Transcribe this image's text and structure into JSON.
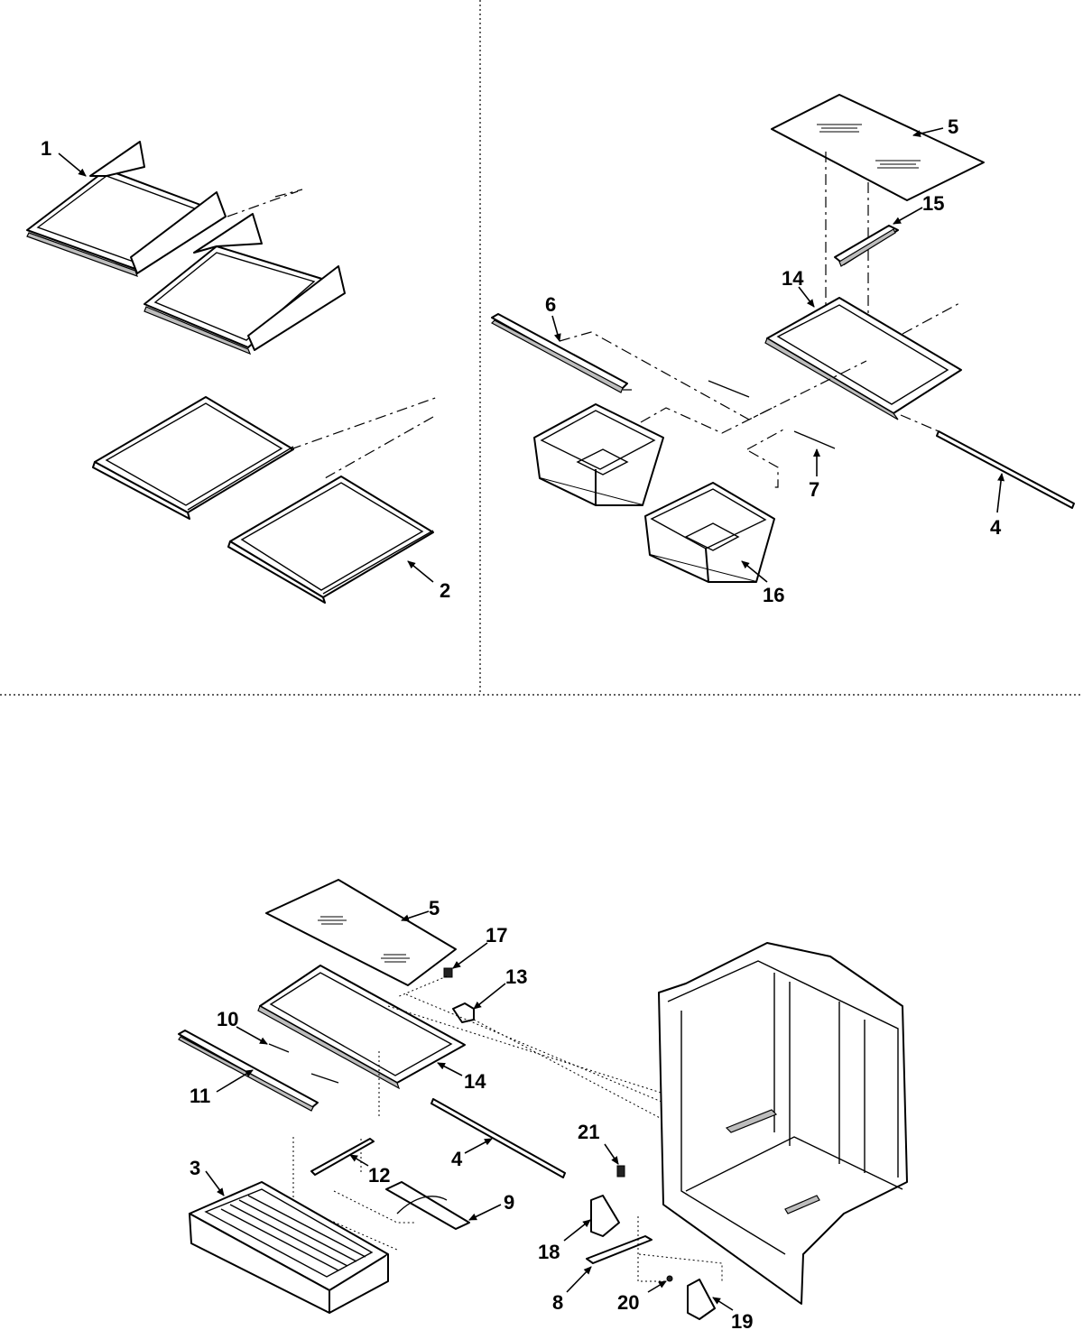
{
  "callouts": {
    "shelf_left_1": "1",
    "shelf_left_2": "2",
    "glass_top_right": "5",
    "rail_15": "15",
    "frame_14_right": "14",
    "strip_6": "6",
    "clip_7": "7",
    "rod_4_right": "4",
    "crisper_16": "16",
    "glass_bottom": "5",
    "clip_17": "17",
    "bracket_13": "13",
    "slide_10": "10",
    "strip_11": "11",
    "frame_14_bottom": "14",
    "rod_4_bottom": "4",
    "slide_12": "12",
    "pan_3": "3",
    "cover_9": "9",
    "screw_21": "21",
    "support_18": "18",
    "bar_8": "8",
    "screw_20": "20",
    "support_19": "19"
  },
  "colors": {
    "line": "#000000",
    "background": "#ffffff",
    "fill_grey": "#bdbdbd"
  }
}
